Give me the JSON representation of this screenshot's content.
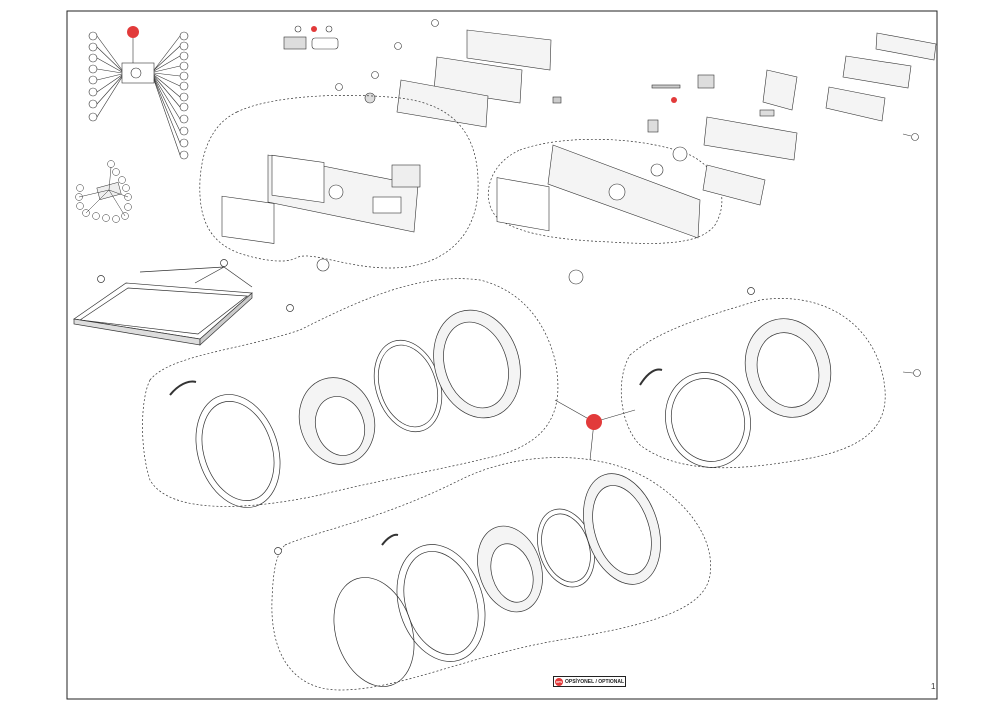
{
  "diagram": {
    "optional_badge": "OPS",
    "legend_label": "OPSİYONEL / OPTIONAL",
    "page_marker": "1"
  },
  "colors": {
    "optional_red": "#e23a3a",
    "line": "#222222",
    "part_fill": "#f4f4f4"
  }
}
